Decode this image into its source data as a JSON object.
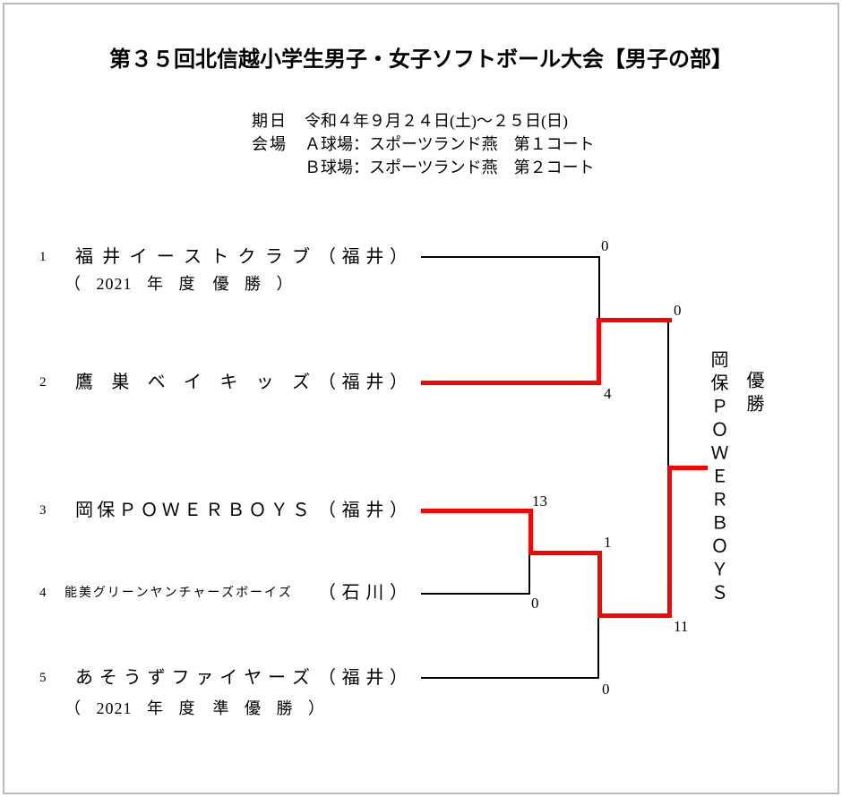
{
  "title": "第３５回北信越小学生男子・女子ソフトボール大会【男子の部】",
  "info": {
    "date_label": "期日",
    "date_value": "令和４年９月２４日(土)～２５日(日)",
    "venue_label": "会場",
    "venue_line1": "Ａ球場：スポーツランド燕　第１コート",
    "venue_line2": "Ｂ球場：スポーツランド燕　第２コート"
  },
  "teams": [
    {
      "seed": "1",
      "name": "福井イーストクラブ",
      "prefecture": "（福井）",
      "note": "（ 2021 年 度　優 勝 ）"
    },
    {
      "seed": "2",
      "name": "鷹巣ベイキッズ",
      "prefecture": "（福井）",
      "note": ""
    },
    {
      "seed": "3",
      "name": "岡保ＰＯＷＥＲＢＯＹＳ",
      "prefecture": "（福井）",
      "note": ""
    },
    {
      "seed": "4",
      "name": "能美グリーンヤンチャーズボーイズ",
      "prefecture": "（石川）",
      "note": ""
    },
    {
      "seed": "5",
      "name": "あそうずファイヤーズ",
      "prefecture": "（福井）",
      "note": "（ 2021 年 度　準 優 勝 ）"
    }
  ],
  "scores": {
    "match1_top": "0",
    "match1_bottom": "4",
    "match2_top": "13",
    "match2_bottom": "0",
    "semifinal_top": "1",
    "semifinal_bottom": "0",
    "final_top": "0",
    "final_bottom": "11"
  },
  "champion": {
    "label": "優勝",
    "name": "岡保ＰＯＷＥＲＢＯＹＳ"
  },
  "colors": {
    "winner_path": "#ff0000",
    "line": "#000000",
    "page_border": "#b9b9b9"
  }
}
